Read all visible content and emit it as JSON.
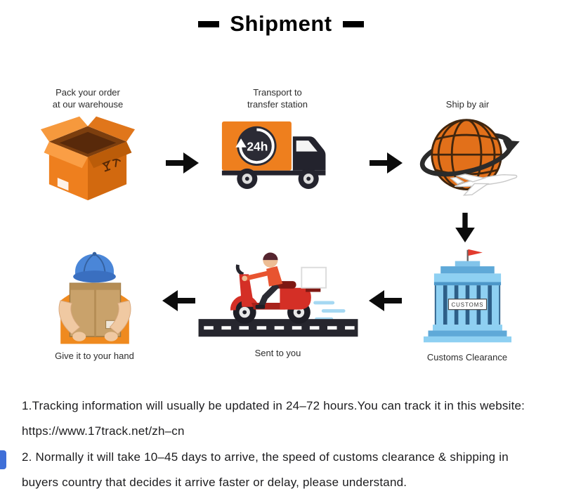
{
  "title": "Shipment",
  "steps": [
    {
      "id": "pack",
      "label": "Pack your order\nat our warehouse",
      "icon": "open-box-icon"
    },
    {
      "id": "transport",
      "label": "Transport to\ntransfer station",
      "icon": "truck-24h-icon"
    },
    {
      "id": "air",
      "label": "Ship by air",
      "icon": "globe-airplane-icon"
    },
    {
      "id": "customs",
      "label": "Customs Clearance",
      "icon": "customs-building-icon"
    },
    {
      "id": "sent",
      "label": "Sent to you",
      "icon": "delivery-scooter-icon"
    },
    {
      "id": "hand",
      "label": "Give it to your hand",
      "icon": "person-holding-box-icon"
    }
  ],
  "truck_clock_text": "24h",
  "customs_sign_text": "CUSTOMS",
  "notes": [
    "1.Tracking information will usually be updated in 24–72 hours.You can track it in this website:",
    "https://www.17track.net/zh–cn",
    "2. Normally it will take 10–45 days to arrive, the speed of customs clearance & shipping in",
    "buyers country that decides it arrive faster or delay, please understand."
  ],
  "colors": {
    "accent_orange": "#ee7f1e",
    "dark": "#26262e",
    "customs_blue": "#8ed0f2",
    "scooter_red": "#d42f26",
    "cap_blue": "#4a86d8",
    "flag_red": "#e23b2e"
  }
}
